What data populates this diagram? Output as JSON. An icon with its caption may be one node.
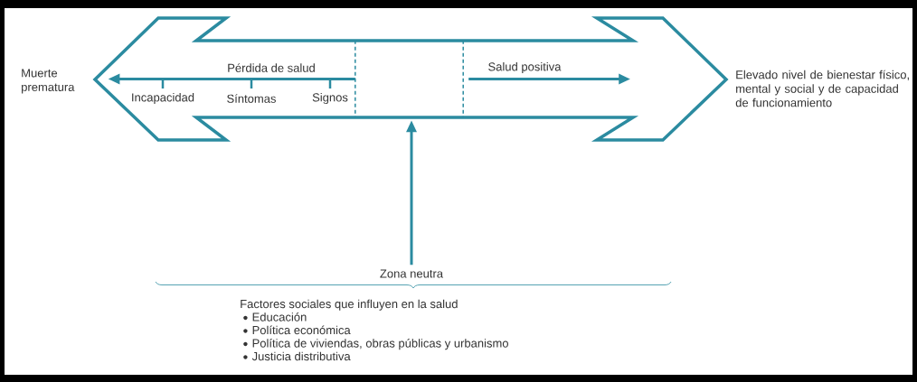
{
  "diagram": {
    "nodes": [
      {
        "text": [
          "Muerte prematura"
        ]
      },
      {
        "text": [],
        "shape": "box"
      },
      {
        "text": [
          "Elevado nivel de bienestar físico, mental y social y de capacidad de funcionamiento"
        ]
      },
      {
        "text": [
          "Zona neutra"
        ]
      },
      {
        "text": [
          "Factores sociales que influyen en la salud",
          "Educación",
          "Política económica",
          "Política de viviendas, obras públicas y urbanismo",
          "Justicia distributiva"
        ]
      }
    ],
    "edges": [
      {
        "from": 1,
        "to": 0,
        "arrow": "to",
        "label": "Pérdida de salud"
      },
      {
        "from": 1,
        "to": null,
        "arrow": "to",
        "label": "Salud positiva"
      },
      {
        "from": 3,
        "to": 1,
        "arrow": "to"
      }
    ],
    "labels": [
      "Incapacidad",
      "Síntomas",
      "Signos"
    ]
  }
}
